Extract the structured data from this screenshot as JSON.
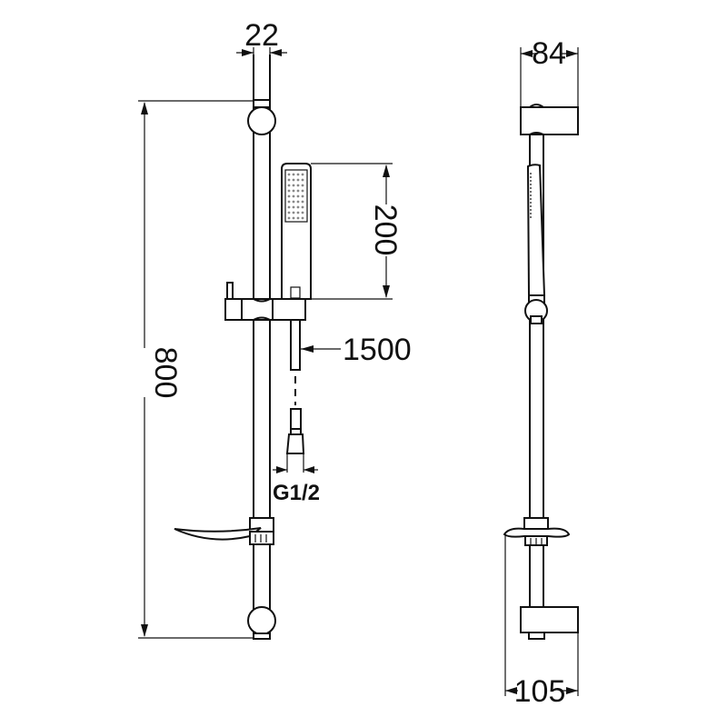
{
  "drawing": {
    "title": "Shower rail set technical drawing",
    "views": [
      "front-view",
      "side-view"
    ],
    "colors": {
      "line": "#111111",
      "background": "#ffffff"
    }
  },
  "dimensions": {
    "rail_diameter": "22",
    "rail_height": "800",
    "handshower_length": "200",
    "hose_length": "1500",
    "connection_thread": "G1/2",
    "bracket_depth": "84",
    "overall_depth": "105"
  }
}
